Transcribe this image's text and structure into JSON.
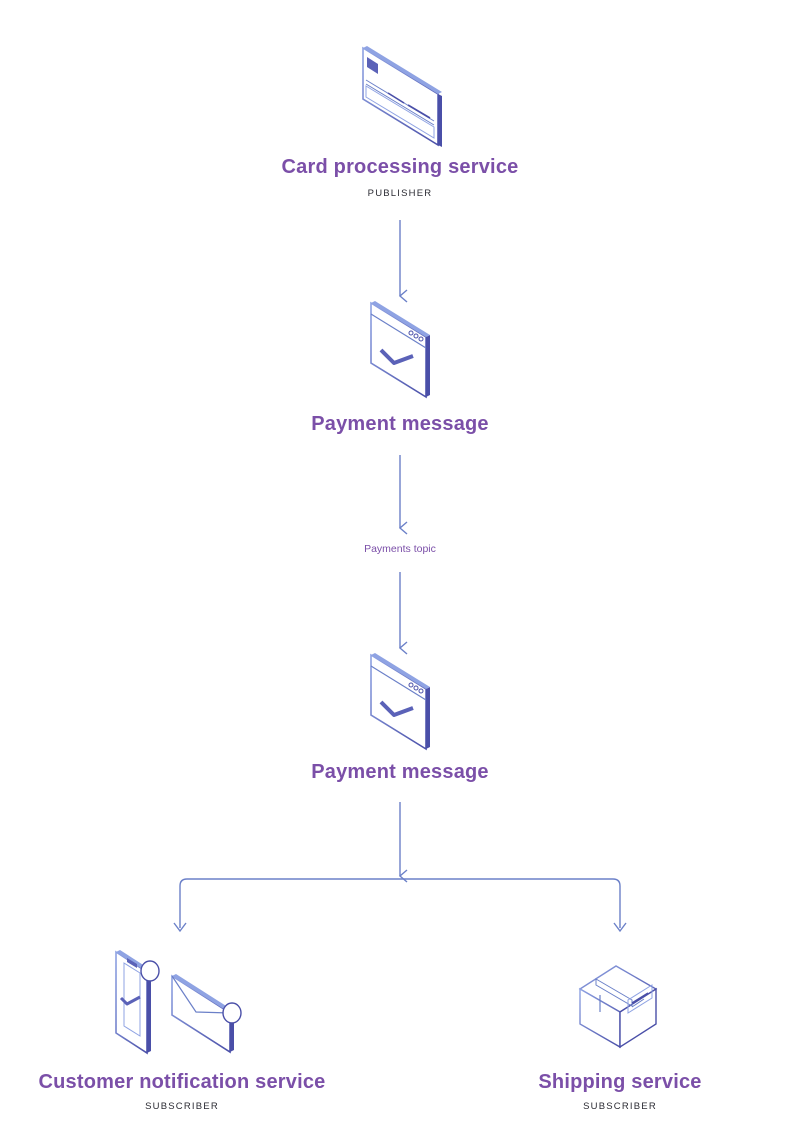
{
  "colors": {
    "title": "#7b4fa8",
    "line": "#6b80c8",
    "icon_dark": "#4a4fa8",
    "icon_light": "#8fa3e3"
  },
  "publisher": {
    "title": "Card processing service",
    "role": "PUBLISHER",
    "icon": "credit-card-icon"
  },
  "message_1": {
    "title": "Payment message",
    "icon": "message-check-icon"
  },
  "topic": {
    "label": "Payments topic"
  },
  "message_2": {
    "title": "Payment message",
    "icon": "message-check-icon"
  },
  "subscribers": [
    {
      "title": "Customer notification service",
      "role": "SUBSCRIBER",
      "icons": [
        "phone-notification-icon",
        "envelope-notification-icon"
      ]
    },
    {
      "title": "Shipping service",
      "role": "SUBSCRIBER",
      "icon": "package-box-icon"
    }
  ]
}
